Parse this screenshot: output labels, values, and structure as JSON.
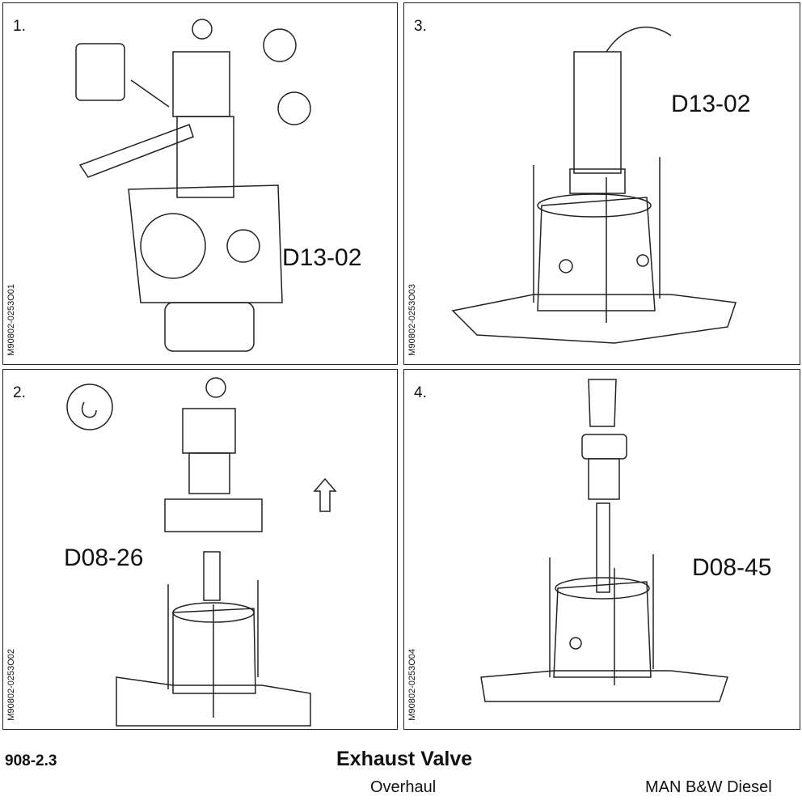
{
  "panels": [
    {
      "number": "1.",
      "code": "D13-02",
      "figure_id": "M90802-0253O01"
    },
    {
      "number": "3.",
      "code": "D13-02",
      "figure_id": "M90802-0253O03"
    },
    {
      "number": "2.",
      "code": "D08-26",
      "figure_id": "M90802-0253O02"
    },
    {
      "number": "4.",
      "code": "D08-45",
      "figure_id": "M90802-0253O04"
    }
  ],
  "footer": {
    "doc_number": "908-2.3",
    "title": "Exhaust Valve",
    "subtitle": "Overhaul",
    "brand": "MAN B&W Diesel"
  }
}
